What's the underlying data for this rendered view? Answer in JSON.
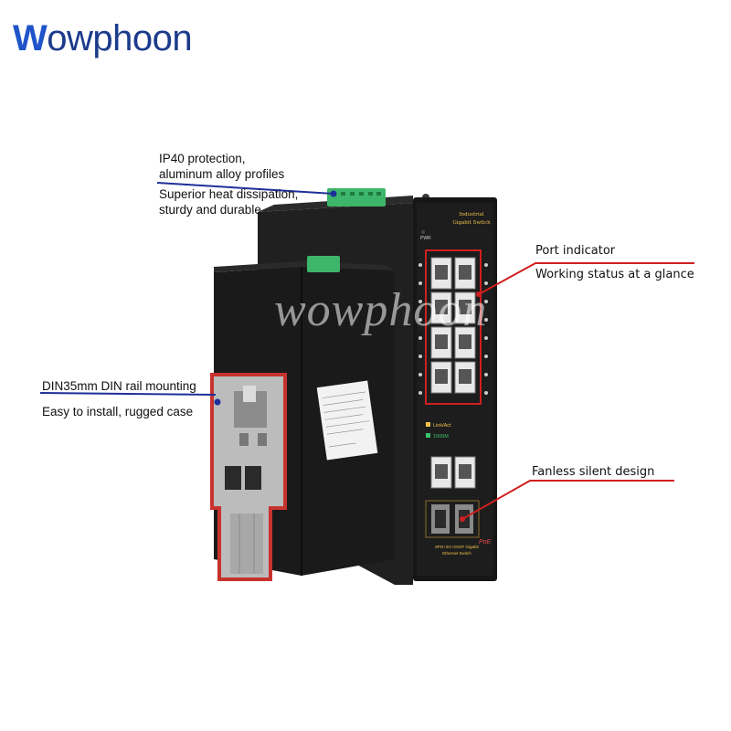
{
  "brand": {
    "prefix": "W",
    "rest": "owphoon"
  },
  "watermark": "wowphoon",
  "callouts": {
    "ip40": {
      "line1": "IP40 protection,",
      "line2": "aluminum alloy profiles"
    },
    "heat": {
      "line1": "Superior heat dissipation,",
      "line2": "sturdy and durable"
    },
    "port_title": "Port indicator",
    "port_sub": "Working status at a glance",
    "din_title": "DIN35mm DIN rail mounting",
    "din_sub": "Easy to install, rugged case",
    "fanless": "Fanless silent design"
  },
  "device": {
    "front_title_1": "Industrial",
    "front_title_2": "Gigabit Switch",
    "pwr": "PWR",
    "legend_link": "Link/Act",
    "legend_speed": "1000M",
    "bottom_label_1": "8PG+2G+2SGF Gigabit",
    "bottom_label_2": "Ethernet Switch",
    "poe": "PoE"
  },
  "colors": {
    "brand_blue": "#1f54c9",
    "callout_blue": "#1e2f9a",
    "callout_red": "#d01f1f",
    "housing": "#1a1a1a",
    "bracket_border": "#c8322e",
    "terminal_green": "#3db56a"
  }
}
